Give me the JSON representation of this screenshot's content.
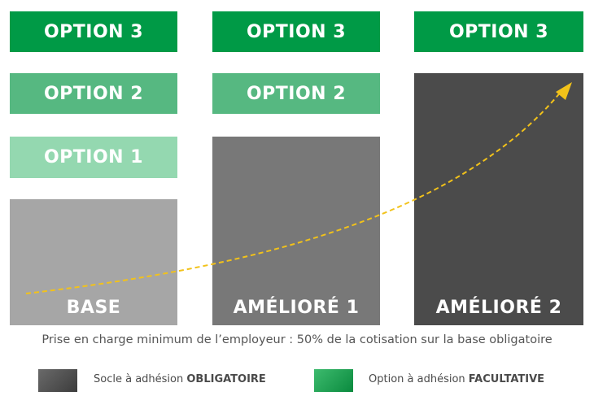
{
  "columns": [
    {
      "options": {
        "option3": "OPTION 3",
        "option2": "OPTION 2",
        "option1": "OPTION 1"
      },
      "socle": "BASE"
    },
    {
      "options": {
        "option3": "OPTION 3",
        "option2": "OPTION 2"
      },
      "socle": "AMÉLIORÉ 1"
    },
    {
      "options": {
        "option3": "OPTION 3"
      },
      "socle": "AMÉLIORÉ 2"
    }
  ],
  "footnote": "Prise en charge minimum de l’employeur : 50% de la cotisation sur la base obligatoire",
  "legend": {
    "obligatoire": {
      "prefix": "Socle à adhésion ",
      "emphasis": "OBLIGATOIRE"
    },
    "facultative": {
      "prefix": "Option à adhésion ",
      "emphasis": "FACULTATIVE"
    }
  },
  "colors": {
    "option3": "#009a46",
    "option2": "#56b881",
    "option1": "#94d8b0",
    "base": "#a6a6a6",
    "ameliore1": "#787878",
    "ameliore2": "#4b4b4b",
    "arrow": "#f2c21a"
  }
}
